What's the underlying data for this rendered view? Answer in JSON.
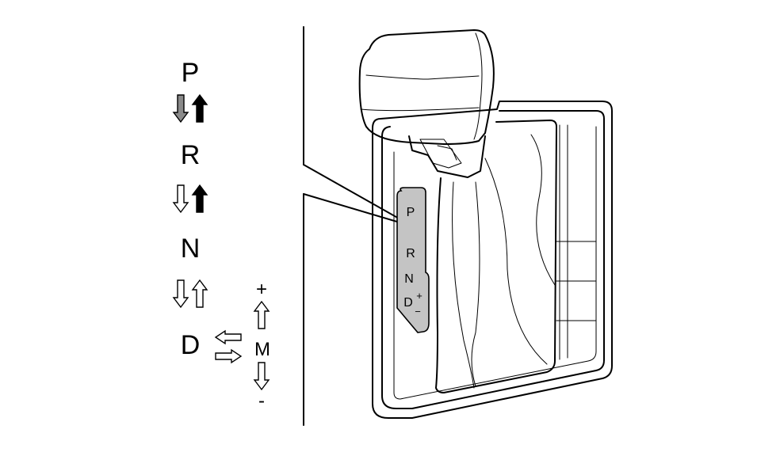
{
  "legend": {
    "gears": {
      "p": "P",
      "r": "R",
      "n": "N",
      "d": "D"
    },
    "manual": {
      "plus": "+",
      "mode": "M",
      "minus": "-"
    }
  },
  "gate_plate": {
    "p": "P",
    "r": "R",
    "n": "N",
    "d": "D",
    "plus": "+",
    "minus": "−"
  },
  "icons": {
    "p_to_r": [
      "arrow-down-shaded-icon",
      "arrow-up-filled-icon"
    ],
    "r_to_n": [
      "arrow-down-outline-icon",
      "arrow-up-filled-icon"
    ],
    "n_to_d": [
      "arrow-down-outline-icon",
      "arrow-up-outline-icon"
    ],
    "d_to_m": [
      "arrow-left-outline-icon",
      "arrow-right-outline-icon"
    ],
    "manual": [
      "arrow-up-outline-icon",
      "arrow-down-outline-icon"
    ]
  },
  "colors": {
    "plate_fill": "#c4c4c4",
    "shaded_arrow": "#8a8a8a",
    "line": "#000000"
  }
}
